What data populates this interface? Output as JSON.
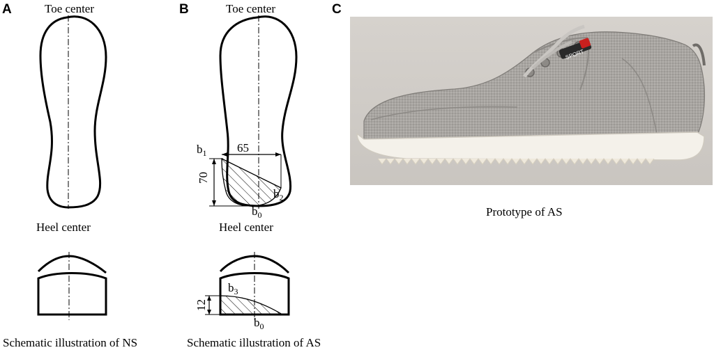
{
  "panels": {
    "a": {
      "letter": "A",
      "toe_label": "Toe center",
      "heel_label": "Heel center",
      "caption": "Schematic illustration of NS"
    },
    "b": {
      "letter": "B",
      "toe_label": "Toe center",
      "heel_label": "Heel center",
      "caption": "Schematic illustration of AS",
      "dim_width": "65",
      "dim_height": "70",
      "dim_section_height": "12",
      "points": {
        "b1": {
          "main": "b",
          "sub": "1"
        },
        "b2": {
          "main": "b",
          "sub": "2"
        },
        "b0": {
          "main": "b",
          "sub": "0"
        },
        "b3": {
          "main": "b",
          "sub": "3"
        },
        "b0_section": {
          "main": "b",
          "sub": "0"
        }
      }
    },
    "c": {
      "letter": "C",
      "caption": "Prototype of AS",
      "tag_text": "SPORT"
    }
  },
  "colors": {
    "line": "#000000",
    "shoe_fabric": "#a9a6a2",
    "sole": "#f4f1ea",
    "tag_red": "#c8201e"
  }
}
